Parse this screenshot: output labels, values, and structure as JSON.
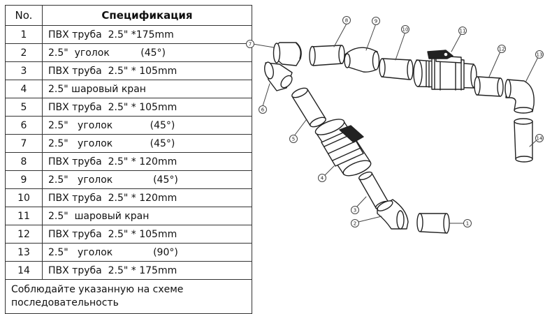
{
  "table": {
    "header_no": "No.",
    "header_spec": "Спецификация",
    "rows": [
      {
        "no": "1",
        "text": "ПВХ труба  2.5\" *175mm"
      },
      {
        "no": "2",
        "text": "2.5\"  уголок          (45°)"
      },
      {
        "no": "3",
        "text": "ПВХ труба  2.5\" * 105mm"
      },
      {
        "no": "4",
        "text": "2.5\" шаровый кран"
      },
      {
        "no": "5",
        "text": "ПВХ труба  2.5\" * 105mm"
      },
      {
        "no": "6",
        "text": "2.5\"   уголок            (45°)"
      },
      {
        "no": "7",
        "text": "2.5\"   уголок            (45°)"
      },
      {
        "no": "8",
        "text": "ПВХ труба  2.5\" * 120mm"
      },
      {
        "no": "9",
        "text": "2.5\"   уголок             (45°)"
      },
      {
        "no": "10",
        "text": "ПВХ труба  2.5\" * 120mm"
      },
      {
        "no": "11",
        "text": "2.5\"  шаровый кран"
      },
      {
        "no": "12",
        "text": "ПВХ труба  2.5\" * 105mm"
      },
      {
        "no": "13",
        "text": "2.5\"   уголок             (90°)"
      },
      {
        "no": "14",
        "text": "ПВХ труба  2.5\" * 175mm"
      }
    ],
    "note": "Соблюдайте указанную на схеме последовательность"
  },
  "diagram": {
    "callouts": [
      "1",
      "2",
      "3",
      "4",
      "5",
      "6",
      "7",
      "8",
      "9",
      "10",
      "11",
      "12",
      "13",
      "14"
    ]
  }
}
